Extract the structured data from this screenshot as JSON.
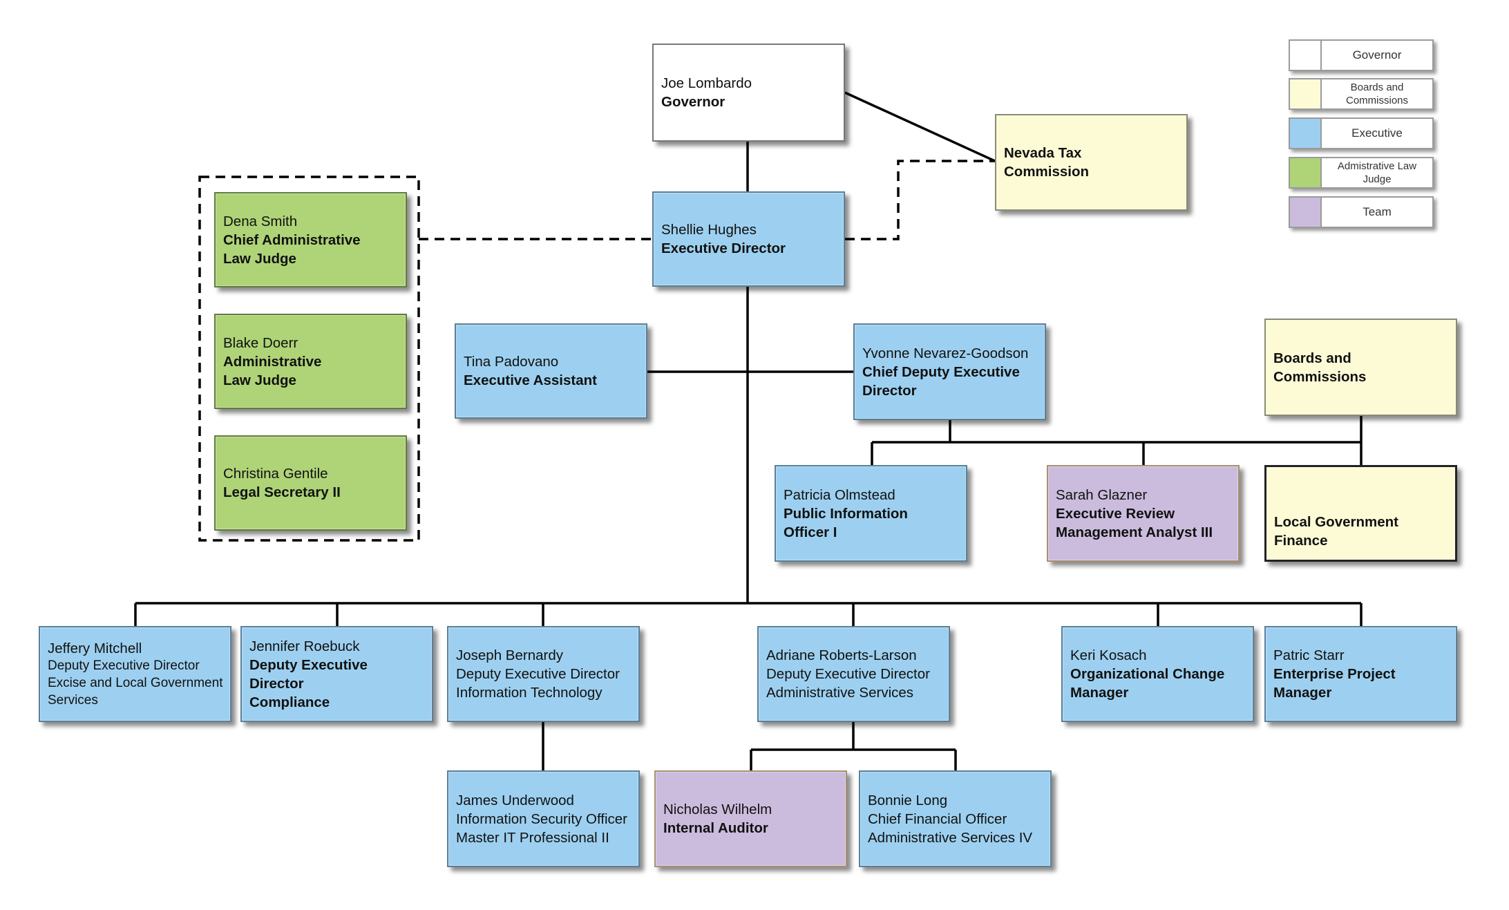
{
  "legend": [
    {
      "label": "Governor",
      "color": "#ffffff"
    },
    {
      "label": "Boards and\nCommissions",
      "color": "#fdfbd6"
    },
    {
      "label": "Executive",
      "color": "#9dd0f0"
    },
    {
      "label": "Admistrative Law\nJudge",
      "color": "#aed477"
    },
    {
      "label": "Team",
      "color": "#cbbcdd"
    }
  ],
  "colors": {
    "governor": "#ffffff",
    "boards_commissions": "#fdfbd6",
    "executive": "#9dd0f0",
    "administrative_law_judge": "#aed477",
    "team": "#cbbcdd"
  },
  "governor": {
    "name": "Joe Lombardo",
    "title": "Governor"
  },
  "tax_commission": {
    "title": "Nevada Tax\nCommission"
  },
  "executive_director": {
    "name": "Shellie Hughes",
    "title": "Executive Director"
  },
  "alj": [
    {
      "name": "Dena Smith",
      "title": "Chief Administrative\nLaw Judge"
    },
    {
      "name": "Blake Doerr",
      "title": "Administrative\nLaw Judge"
    },
    {
      "name": "Christina Gentile",
      "title": "Legal Secretary II"
    }
  ],
  "executive_assistant": {
    "name": "Tina Padovano",
    "title": "Executive Assistant"
  },
  "chief_deputy": {
    "name": "Yvonne Nevarez-Goodson",
    "title": "Chief Deputy Executive\nDirector"
  },
  "boards": {
    "title": "Boards and\nCommissions"
  },
  "pio": {
    "name": "Patricia Olmstead",
    "title": "Public Information\nOfficer I"
  },
  "review_analyst": {
    "name": "Sarah Glazner",
    "title": "Executive Review\nManagement Analyst III"
  },
  "local_gov": {
    "title": "Local Government\nFinance"
  },
  "deputies": {
    "mitchell": {
      "name": "Jeffery Mitchell",
      "line1": "Deputy Executive Director",
      "line2": "Excise and Local Government",
      "line3": "Services"
    },
    "roebuck": {
      "name": "Jennifer Roebuck",
      "title": "Deputy Executive Director\nCompliance"
    },
    "bernardy": {
      "name": "Joseph Bernardy",
      "line1": "Deputy Executive Director",
      "line2": "Information Technology"
    },
    "roberts": {
      "name": "Adriane Roberts-Larson",
      "line1": "Deputy Executive Director",
      "line2": "Administrative Services"
    },
    "kosach": {
      "name": "Keri Kosach",
      "title": "Organizational Change\nManager"
    },
    "starr": {
      "name": "Patric Starr",
      "title": "Enterprise Project\nManager"
    }
  },
  "underwood": {
    "name": "James Underwood",
    "line1": "Information Security Officer",
    "line2": "Master IT Professional II"
  },
  "wilhelm": {
    "name": "Nicholas Wilhelm",
    "title": "Internal Auditor"
  },
  "long": {
    "name": "Bonnie Long",
    "line1": "Chief Financial Officer",
    "line2": "Administrative Services IV"
  }
}
